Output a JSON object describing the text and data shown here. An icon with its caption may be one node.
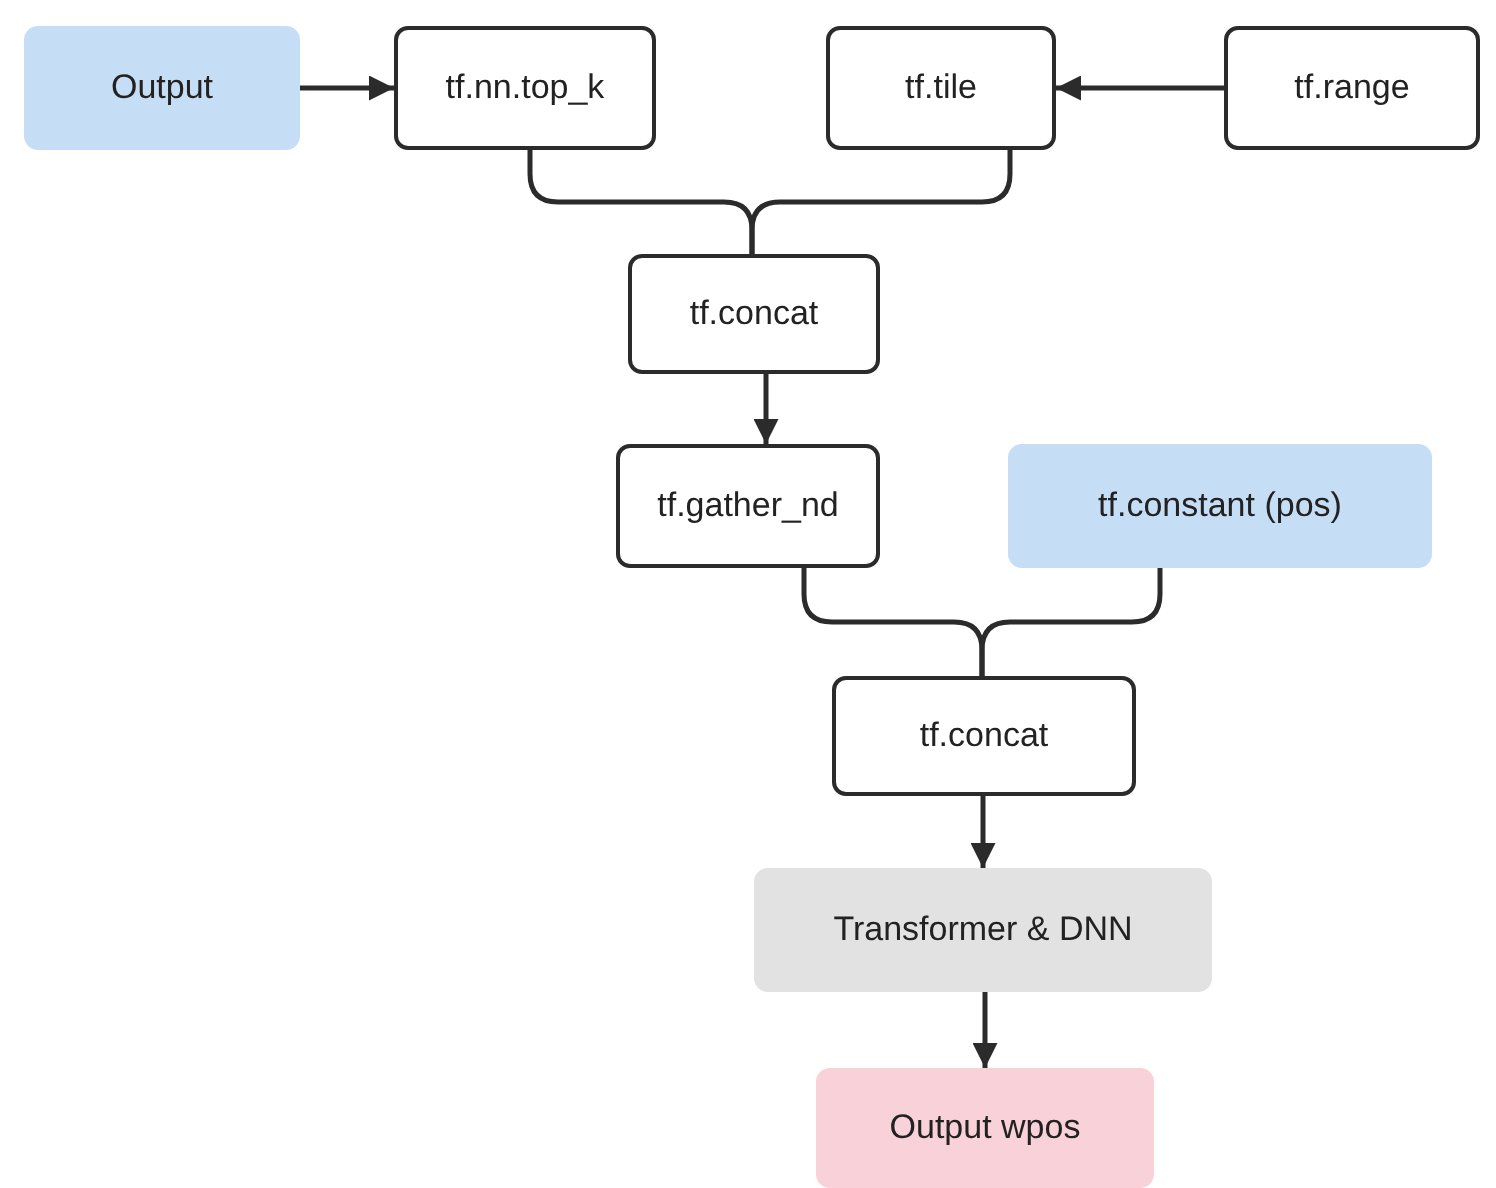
{
  "diagram": {
    "nodes": [
      {
        "text": [
          "Output"
        ]
      },
      {
        "text": [
          "tf.nn.top_k"
        ]
      },
      {
        "text": [
          "tf.tile"
        ]
      },
      {
        "text": [
          "tf.range"
        ]
      },
      {
        "text": [
          "tf.concat"
        ]
      },
      {
        "text": [
          "tf.gather_nd"
        ]
      },
      {
        "text": [
          "tf.constant (pos)"
        ]
      },
      {
        "text": [
          "tf.concat"
        ]
      },
      {
        "text": [
          "Transformer & DNN"
        ]
      },
      {
        "text": [
          "Output wpos"
        ]
      }
    ],
    "edges": [
      {
        "from": 0,
        "to": 1,
        "arrow": "to"
      },
      {
        "from": 3,
        "to": 2,
        "arrow": "to"
      },
      {
        "from": 1,
        "to": 4,
        "arrow": "none"
      },
      {
        "from": 2,
        "to": 4,
        "arrow": "none"
      },
      {
        "from": 4,
        "to": 5,
        "arrow": "to"
      },
      {
        "from": 5,
        "to": 7,
        "arrow": "none"
      },
      {
        "from": 6,
        "to": 7,
        "arrow": "none"
      },
      {
        "from": 7,
        "to": 8,
        "arrow": "to"
      },
      {
        "from": 8,
        "to": 9,
        "arrow": "to"
      }
    ]
  }
}
